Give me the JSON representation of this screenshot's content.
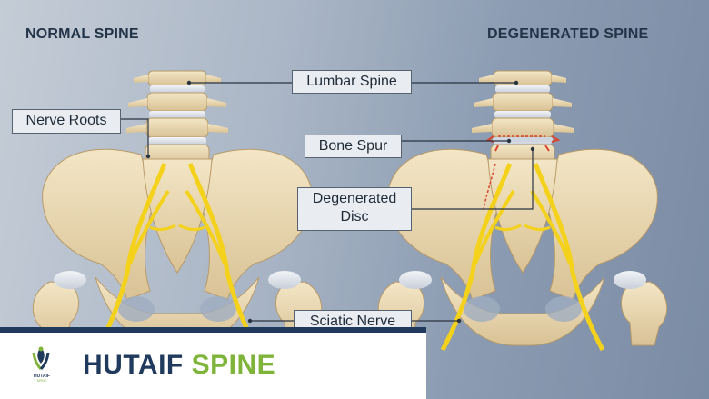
{
  "headings": {
    "normal": "NORMAL SPINE",
    "degenerated": "DEGENERATED SPINE"
  },
  "labels": {
    "lumbar_spine": "Lumbar Spine",
    "nerve_roots": "Nerve Roots",
    "bone_spur": "Bone Spur",
    "degenerated_disc": "Degenerated Disc",
    "sciatic_nerve": "Sciatic Nerve"
  },
  "footer": {
    "brand_word1": "HUTAIF",
    "brand_word2": "SPINE",
    "logo_text": "HUTAIF",
    "logo_sub": "SPINE"
  },
  "colors": {
    "brand_navy": "#1f3a5c",
    "brand_green": "#7fb43a",
    "bone": "#ecdcb7",
    "disc": "#e4e8ee",
    "nerve": "#f4d21c",
    "spur": "#d9452c"
  },
  "icons": {
    "logo": "hutaif-spine-logo-icon"
  }
}
